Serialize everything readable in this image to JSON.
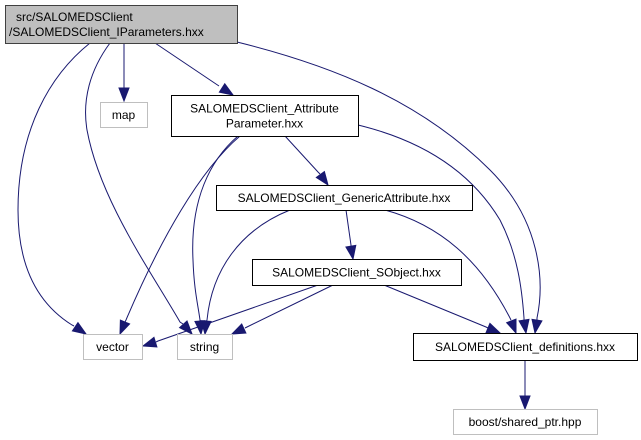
{
  "diagram": {
    "type": "include-dependency-graph",
    "colors": {
      "edge": "#191970",
      "root_fill": "#bfbfbf",
      "root_stroke": "#404040",
      "internal_fill": "#ffffff",
      "internal_stroke": "#000000",
      "external_fill": "#ffffff",
      "external_stroke": "#bfbfbf"
    },
    "nodes": [
      {
        "id": "root",
        "kind": "root",
        "lines": [
          "src/SALOMEDSClient",
          "/SALOMEDSClient_IParameters.hxx"
        ]
      },
      {
        "id": "map",
        "kind": "external",
        "lines": [
          "map"
        ]
      },
      {
        "id": "attrparam",
        "kind": "internal",
        "lines": [
          "SALOMEDSClient_Attribute",
          "Parameter.hxx"
        ]
      },
      {
        "id": "generic",
        "kind": "internal",
        "lines": [
          "SALOMEDSClient_GenericAttribute.hxx"
        ]
      },
      {
        "id": "sobject",
        "kind": "internal",
        "lines": [
          "SALOMEDSClient_SObject.hxx"
        ]
      },
      {
        "id": "vector",
        "kind": "external",
        "lines": [
          "vector"
        ]
      },
      {
        "id": "string",
        "kind": "external",
        "lines": [
          "string"
        ]
      },
      {
        "id": "definitions",
        "kind": "internal",
        "lines": [
          "SALOMEDSClient_definitions.hxx"
        ]
      },
      {
        "id": "shared_ptr",
        "kind": "external",
        "lines": [
          "boost/shared_ptr.hpp"
        ]
      }
    ],
    "edges": [
      {
        "from": "root",
        "to": "map"
      },
      {
        "from": "root",
        "to": "attrparam"
      },
      {
        "from": "root",
        "to": "vector"
      },
      {
        "from": "root",
        "to": "string"
      },
      {
        "from": "root",
        "to": "definitions"
      },
      {
        "from": "attrparam",
        "to": "generic"
      },
      {
        "from": "attrparam",
        "to": "vector"
      },
      {
        "from": "attrparam",
        "to": "string"
      },
      {
        "from": "attrparam",
        "to": "definitions"
      },
      {
        "from": "generic",
        "to": "sobject"
      },
      {
        "from": "generic",
        "to": "string"
      },
      {
        "from": "generic",
        "to": "definitions"
      },
      {
        "from": "sobject",
        "to": "vector"
      },
      {
        "from": "sobject",
        "to": "string"
      },
      {
        "from": "sobject",
        "to": "definitions"
      },
      {
        "from": "definitions",
        "to": "shared_ptr"
      }
    ]
  }
}
